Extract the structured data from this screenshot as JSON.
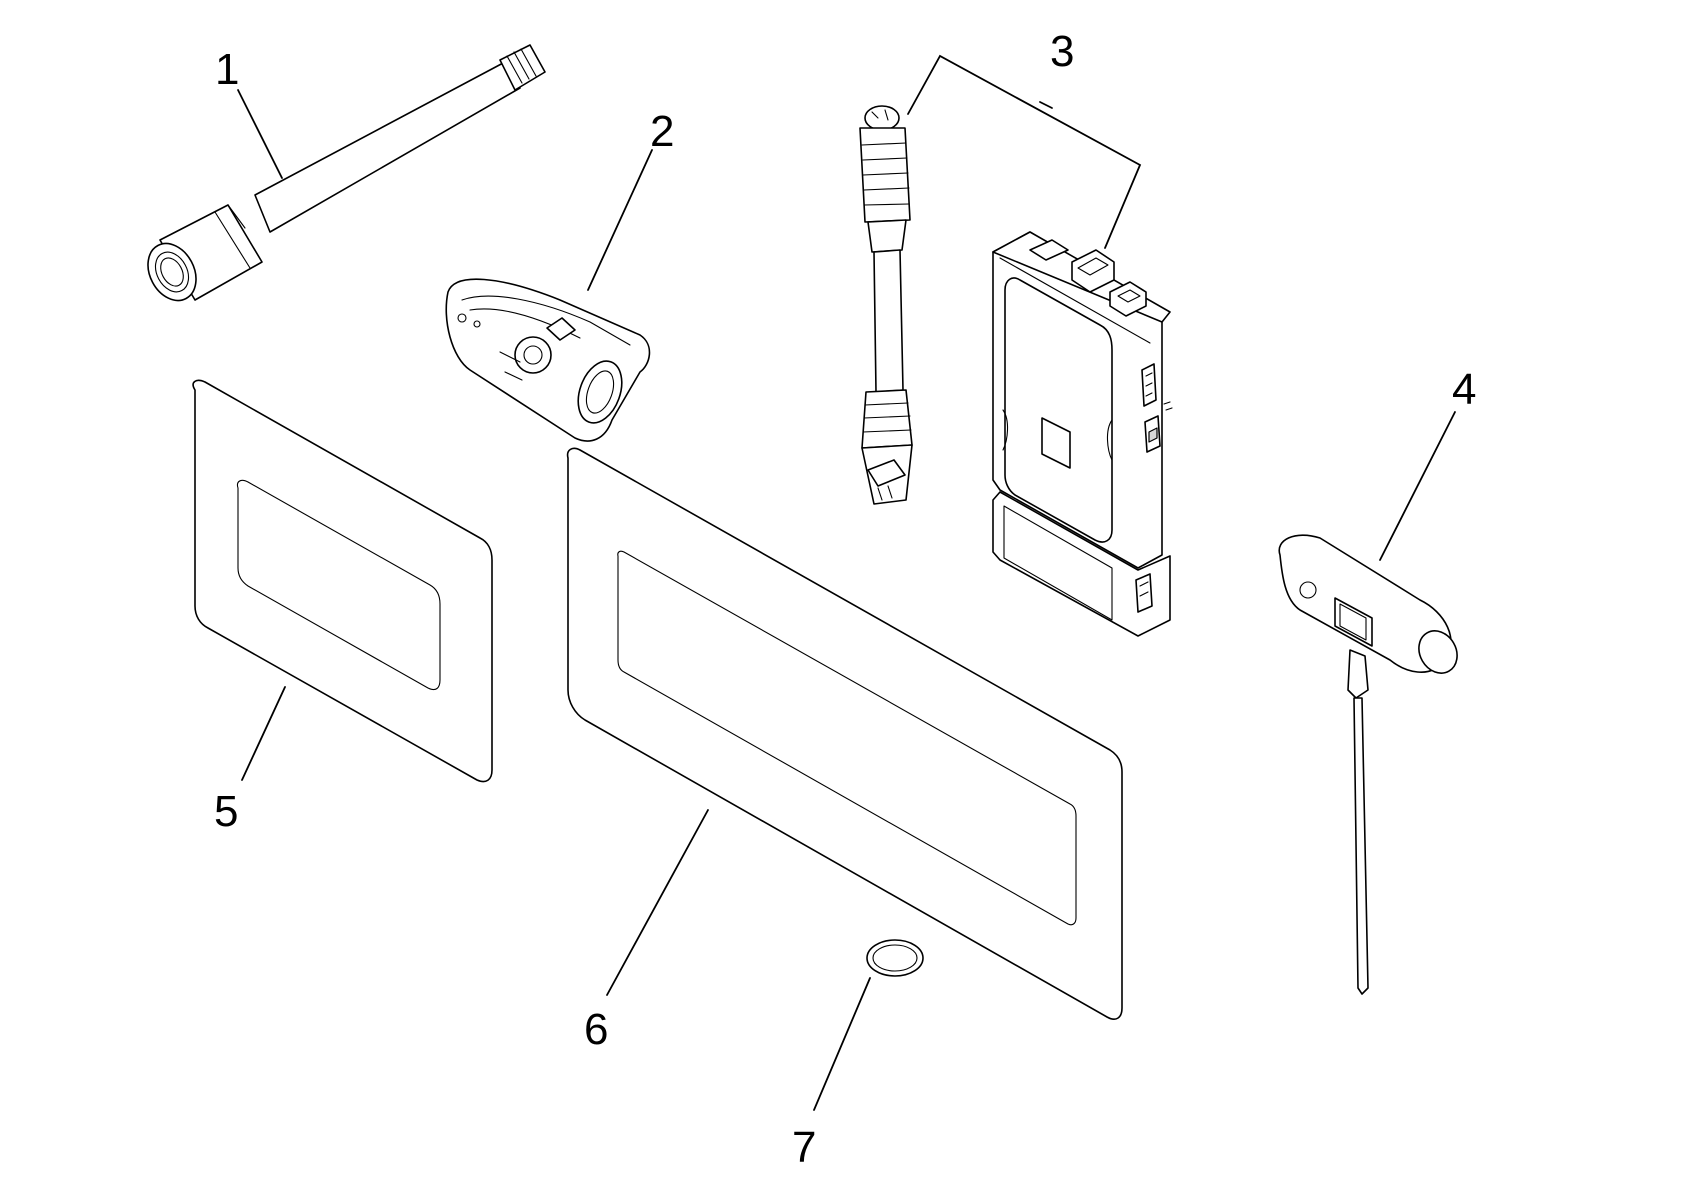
{
  "diagram": {
    "callouts": [
      {
        "id": "1",
        "label": "1"
      },
      {
        "id": "2",
        "label": "2"
      },
      {
        "id": "3",
        "label": "3"
      },
      {
        "id": "4",
        "label": "4"
      },
      {
        "id": "5",
        "label": "5"
      },
      {
        "id": "6",
        "label": "6"
      },
      {
        "id": "7",
        "label": "7"
      }
    ],
    "parts": [
      {
        "callout": "1",
        "icon": "threaded-extension-tube-icon"
      },
      {
        "callout": "2",
        "icon": "cable-stripper-tool-icon"
      },
      {
        "callout": "3",
        "icon": "network-cable-tester-icon"
      },
      {
        "callout": "4",
        "icon": "t-handle-hex-key-icon"
      },
      {
        "callout": "5",
        "icon": "small-gasket-frame-icon"
      },
      {
        "callout": "6",
        "icon": "large-gasket-frame-icon"
      },
      {
        "callout": "7",
        "icon": "o-ring-icon"
      }
    ]
  }
}
